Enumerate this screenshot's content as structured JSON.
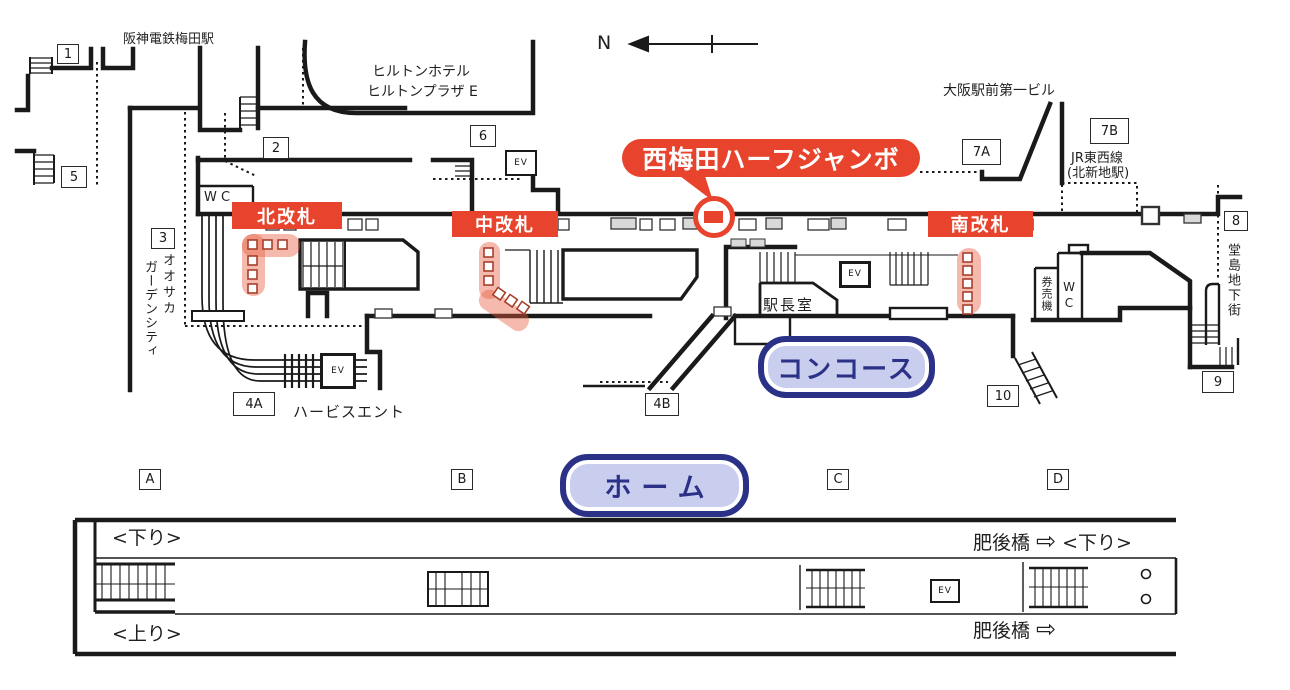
{
  "colors": {
    "accent_red": "#e8432c",
    "gate_highlight_pink": "rgba(232,90,60,0.45)",
    "navy_blue": "#2b3187",
    "light_blue_fill": "#c9cdee"
  },
  "labels": {
    "hanshin_umeda_station": "阪神電鉄梅田駅",
    "hilton_hotel": "ヒルトンホテル",
    "hilton_plaza_e": "ヒルトンプラザ E",
    "compass_north": "N",
    "ad_location_callout": "西梅田ハーフジャンボ",
    "osaka_ekimae_building": "大阪駅前第一ビル",
    "jr_tozai_line": "JR東西線",
    "kitashinchi_station": "(北新地駅)",
    "north_gate": "北改札",
    "middle_gate": "中改札",
    "south_gate": "南改札",
    "wc_north": "W C",
    "wc_south": "WC",
    "ticket_machines": "券売機",
    "station_master_office": "駅長室",
    "concourse": "コンコース",
    "platform": "ホーム",
    "osaka_garden_city_1": "オオサカ",
    "osaka_garden_city_2": "ガーデンシティ",
    "herbis_ent": "ハービスエント",
    "dojima_underground_mall": "堂島地下街",
    "elevator": "EV",
    "down_left": "<下り>",
    "up_left": "<上り>",
    "higobashi_down": "肥後橋",
    "down_right": "<下り>",
    "higobashi_up": "肥後橋",
    "white_arrow": "⇨"
  },
  "exits": {
    "e1": "1",
    "e2": "2",
    "e3": "3",
    "e4a": "4A",
    "e4b": "4B",
    "e5": "5",
    "e6": "6",
    "e7a": "7A",
    "e7b": "7B",
    "e8": "8",
    "e9": "9",
    "e10": "10"
  },
  "platform_sections": {
    "a": "A",
    "b": "B",
    "c": "C",
    "d": "D"
  }
}
